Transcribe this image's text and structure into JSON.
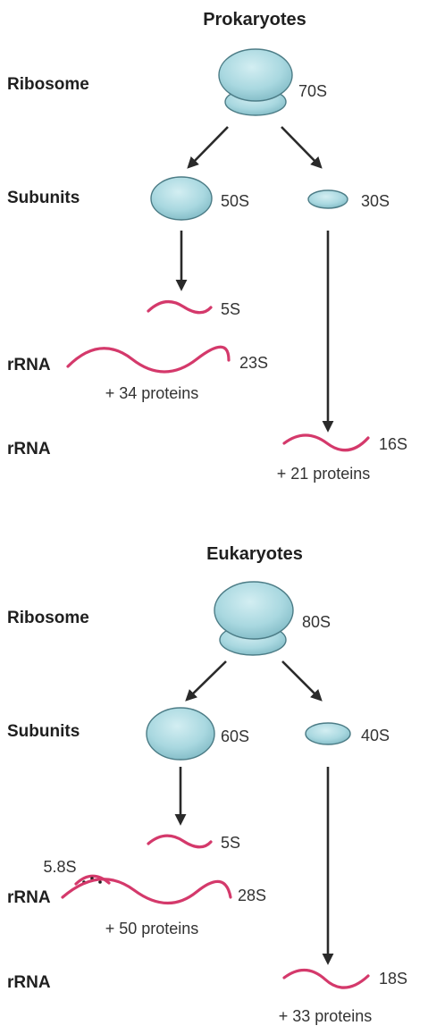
{
  "prokaryotes": {
    "title": "Prokaryotes",
    "row_ribosome": "Ribosome",
    "row_subunits": "Subunits",
    "row_rrna_large": "rRNA",
    "row_rrna_small": "rRNA",
    "ribosome": "70S",
    "large_subunit": "50S",
    "small_subunit": "30S",
    "rrna_5s": "5S",
    "rrna_large": "23S",
    "large_proteins": "+ 34 proteins",
    "rrna_small": "16S",
    "small_proteins": "+ 21 proteins"
  },
  "eukaryotes": {
    "title": "Eukaryotes",
    "row_ribosome": "Ribosome",
    "row_subunits": "Subunits",
    "row_rrna_large": "rRNA",
    "row_rrna_small": "rRNA",
    "ribosome": "80S",
    "large_subunit": "60S",
    "small_subunit": "40S",
    "rrna_5s": "5S",
    "rrna_58s": "5.8S",
    "rrna_large": "28S",
    "large_proteins": "+ 50 proteins",
    "rrna_small": "18S",
    "small_proteins": "+ 33 proteins"
  },
  "colors": {
    "subunit_fill": "#a9d8e0",
    "subunit_stroke": "#4c7c86",
    "rrna_strand": "#d4396b",
    "arrow": "#2a2a2a"
  }
}
